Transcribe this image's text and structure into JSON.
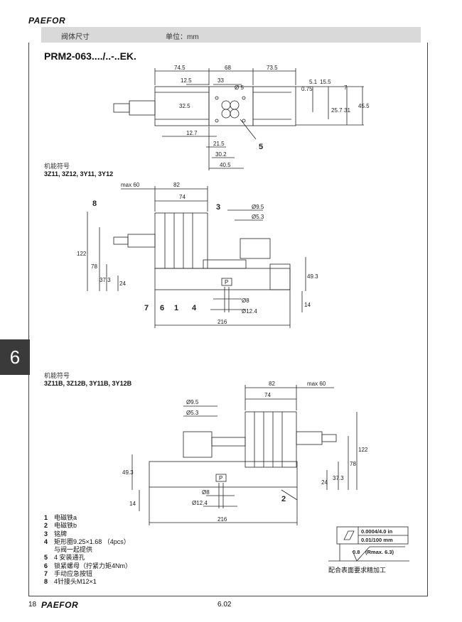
{
  "header": {
    "brand": "PAEFOR",
    "label_left": "阀体尺寸",
    "label_right": "单位：mm"
  },
  "title": "PRM2-063..../..-..EK.",
  "symbols1": {
    "label": "机能符号",
    "codes": "3Z11, 3Z12, 3Y11, 3Y12"
  },
  "symbols2": {
    "label": "机能符号",
    "codes": "3Z11B, 3Z12B, 3Y11B, 3Y12B"
  },
  "chapter_tab": "6",
  "legend": [
    {
      "num": "1",
      "text": "电磁铁a"
    },
    {
      "num": "2",
      "text": "电磁铁b"
    },
    {
      "num": "3",
      "text": "铭牌"
    },
    {
      "num": "4",
      "text": "矩形圈9.25×1.68 （4pcs）"
    },
    {
      "num": "",
      "text": "与阀一起提供"
    },
    {
      "num": "5",
      "text": "4 安装通孔"
    },
    {
      "num": "6",
      "text": "锁紧螺母（拧紧力矩4Nm）"
    },
    {
      "num": "7",
      "text": "手动应急按钮"
    },
    {
      "num": "8",
      "text": "4针接头M12×1"
    }
  ],
  "surface": {
    "flatness": "0.0004/4.0 in",
    "per100": "0.01/100 mm",
    "roughness": "0.8",
    "rmax": "(Rmax. 6.3)",
    "note": "配合表面要求精加工"
  },
  "footer": {
    "page": "18",
    "brand": "PAEFOR",
    "version": "6.02"
  },
  "dims_top": {
    "d745": "74.5",
    "d68": "68",
    "d735": "73.5",
    "d125": "12.5",
    "d33": "33",
    "d5": "Ø 5",
    "d325": "32.5",
    "d127": "12.7",
    "d215": "21.5",
    "d302": "30.2",
    "d405": "40.5",
    "d075": "0.75",
    "d51": "5.1",
    "d155": "15.5",
    "d7": "7",
    "d257": "25.7",
    "d31": "31",
    "d455": "45.5",
    "n5": "5"
  },
  "dims_mid": {
    "max60": "max 60",
    "d82": "82",
    "d74": "74",
    "d95": "Ø9.5",
    "d53": "Ø5.3",
    "d122": "122",
    "d78": "78",
    "d373": "37.3",
    "d24": "24",
    "d493": "49.3",
    "d14": "14",
    "d8": "Ø8",
    "d124": "Ø12.4",
    "d216": "216",
    "n8": "8",
    "n3": "3",
    "n7": "7",
    "n6": "6",
    "n1": "1",
    "n4": "4",
    "p": "P"
  },
  "dims_bot": {
    "d82": "82",
    "max60": "max 60",
    "d74": "74",
    "d95": "Ø9.5",
    "d53": "Ø5.3",
    "d122": "122",
    "d78": "78",
    "d373": "37.3",
    "d24": "24",
    "d493": "49.3",
    "d14": "14",
    "d8": "Ø8",
    "d124": "Ø12.4",
    "d216": "216",
    "n2": "2",
    "p": "P"
  }
}
